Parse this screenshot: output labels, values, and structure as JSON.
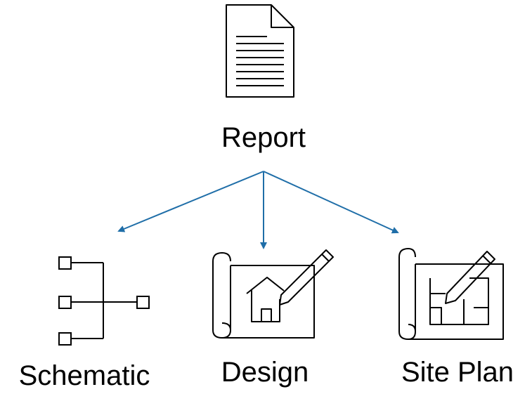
{
  "nodes": {
    "report": {
      "label": "Report",
      "icon": "document-icon"
    },
    "schematic": {
      "label": "Schematic",
      "icon": "schematic-tree-icon"
    },
    "design": {
      "label": "Design",
      "icon": "house-blueprint-icon"
    },
    "site_plan": {
      "label": "Site Plan",
      "icon": "floorplan-blueprint-icon"
    }
  },
  "edges": [
    {
      "from": "Report",
      "to": "Schematic"
    },
    {
      "from": "Report",
      "to": "Design"
    },
    {
      "from": "Report",
      "to": "Site Plan"
    }
  ],
  "colors": {
    "arrow": "#1f6ea8",
    "icon_stroke": "#000000"
  }
}
